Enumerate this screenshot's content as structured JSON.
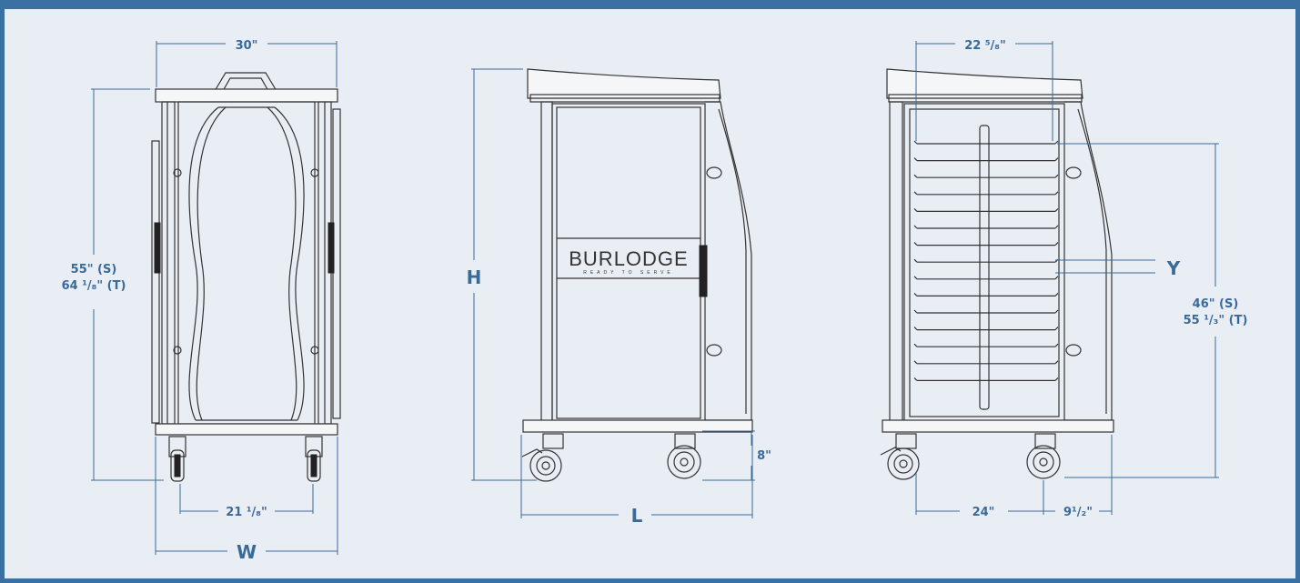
{
  "front_view": {
    "top_width": "30\"",
    "height_s": "55\" (S)",
    "height_t": "64 ¹/₈\" (T)",
    "wheel_track": "21 ¹/₈\"",
    "width_label": "W"
  },
  "side_view": {
    "height_label": "H",
    "wheel_dim": "8\"",
    "length_label": "L",
    "logo_brand": "BURLODGE",
    "logo_tagline": "READY TO SERVE"
  },
  "back_view": {
    "inner_width": "22 ⁵/₈\"",
    "rail_label": "Y",
    "inner_height_s": "46\" (S)",
    "inner_height_t": "55 ¹/₃\" (T)",
    "bottom_width": "24\"",
    "offset": "9¹/₂\""
  },
  "colors": {
    "frame": "#3a71a2",
    "background": "#e9eef4",
    "dimension": "#3a6a9a",
    "drawing": "#333333"
  }
}
